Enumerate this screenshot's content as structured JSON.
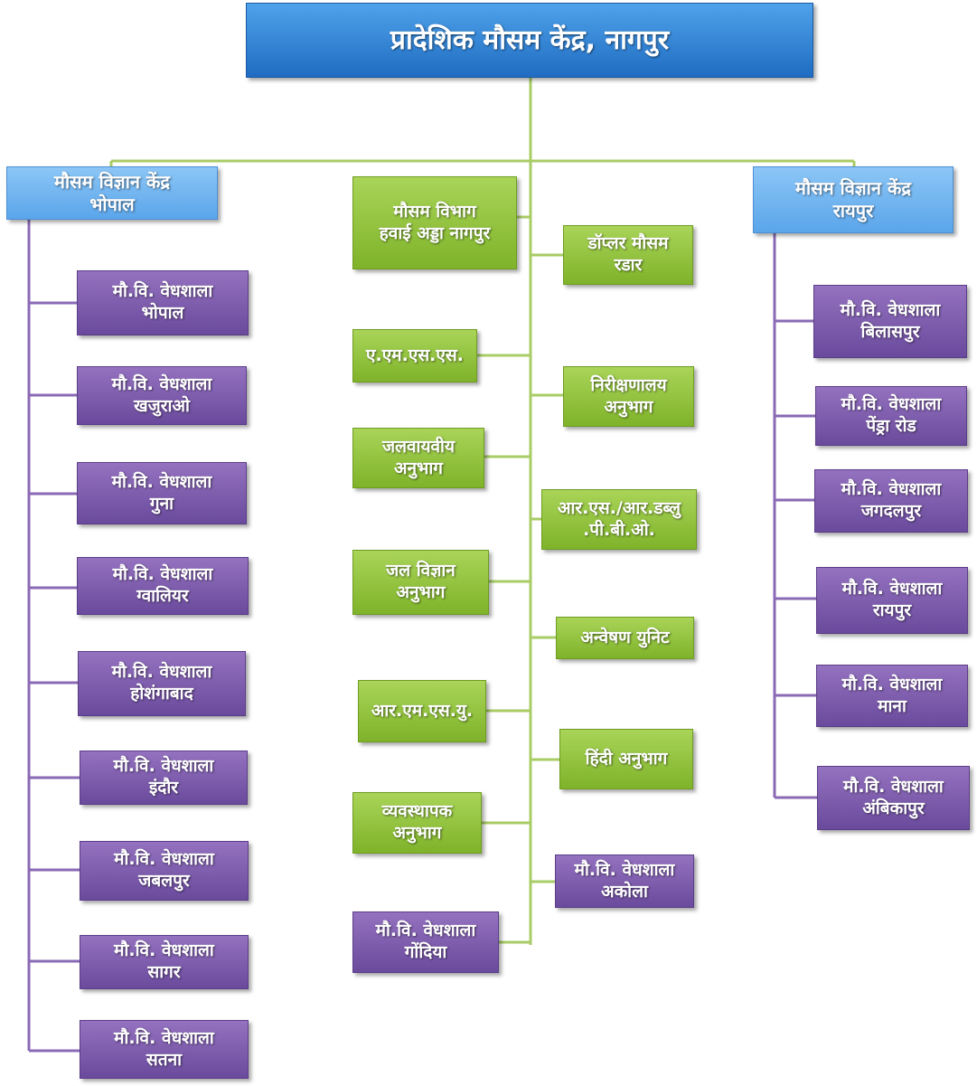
{
  "root": {
    "label": "प्रादेशिक मौसम केंद्र, नागपुर"
  },
  "bhopal": {
    "label": "मौसम विज्ञान केंद्र\nभोपाल",
    "stations": [
      "मौ.वि. वेधशाला\nभोपाल",
      "मौ.वि. वेधशाला\nखजुराओ",
      "मौ.वि. वेधशाला\nगुना",
      "मौ.वि. वेधशाला\nग्वालियर",
      "मौ.वि. वेधशाला\nहोशंगाबाद",
      "मौ.वि. वेधशाला\nइंदौर",
      "मौ.वि. वेधशाला\nजबलपुर",
      "मौ.वि. वेधशाला\nसागर",
      "मौ.वि. वेधशाला\nसतना"
    ]
  },
  "raipur": {
    "label": "मौसम विज्ञान केंद्र\nरायपुर",
    "stations": [
      "मौ.वि. वेधशाला\nबिलासपुर",
      "मौ.वि. वेधशाला\nपेंड्रा रोड",
      "मौ.वि. वेधशाला\nजगदलपुर",
      "मौ.वि. वेधशाला\nरायपुर",
      "मौ.वि. वेधशाला\nमाना",
      "मौ.वि. वेधशाला\nअंबिकापुर"
    ]
  },
  "center": {
    "left": [
      "मौसम विभाग\nहवाई अड्डा नागपुर",
      "ए.एम.एस.एस.",
      "जलवायवीय\nअनुभाग",
      "जल विज्ञान\nअनुभाग",
      "आर.एम.एस.यु.",
      "व्यवस्थापक\nअनुभाग",
      "मौ.वि. वेधशाला\nगोंदिया"
    ],
    "right": [
      "डॉप्लर मौसम\nरडार",
      "निरीक्षणालय\nअनुभाग",
      "आर.एस./आर.डब्लु\n.पी.बी.ओ.",
      "अन्वेषण युनिट",
      "हिंदी अनुभाग",
      "मौ.वि. वेधशाला\nअकोला"
    ]
  },
  "colors": {
    "root": "#2b7fd6",
    "regional": "#7ab8f2",
    "section": "#8fc03c",
    "station": "#7857aa",
    "connector_green": "#a8cc66",
    "connector_purple": "#8a6ab5"
  }
}
